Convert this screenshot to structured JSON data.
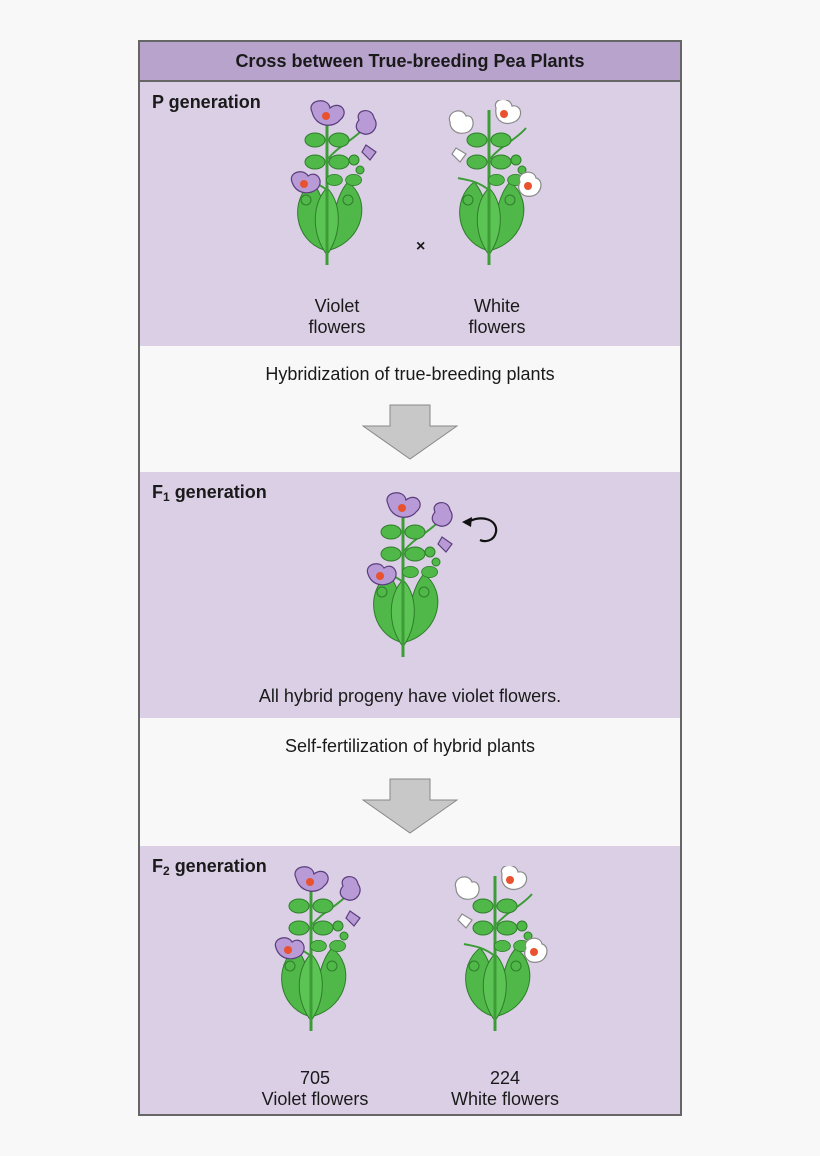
{
  "title": "Cross between True-breeding Pea Plants",
  "p_generation": {
    "label": "P generation",
    "cross_symbol": "×",
    "plants": [
      {
        "caption": "Violet\nflowers",
        "flower_color": "violet"
      },
      {
        "caption": "White\nflowers",
        "flower_color": "white"
      }
    ]
  },
  "step1": "Hybridization of true-breeding plants",
  "f1_generation": {
    "label_main": "F",
    "label_sub": "1",
    "label_rest": " generation",
    "caption": "All hybrid progeny have violet flowers."
  },
  "step2": "Self-fertilization of hybrid plants",
  "f2_generation": {
    "label_main": "F",
    "label_sub": "2",
    "label_rest": " generation",
    "plants": [
      {
        "count": "705",
        "caption": "Violet flowers",
        "flower_color": "violet"
      },
      {
        "count": "224",
        "caption": "White flowers",
        "flower_color": "white"
      }
    ]
  },
  "colors": {
    "header": "#b8a3cd",
    "panel": "#dacfe5",
    "violet_flower": "#b79ad6",
    "white_flower": "#ffffff",
    "leaf": "#4fb848",
    "stigma": "#e8522e",
    "arrow": "#c8c8c8"
  }
}
